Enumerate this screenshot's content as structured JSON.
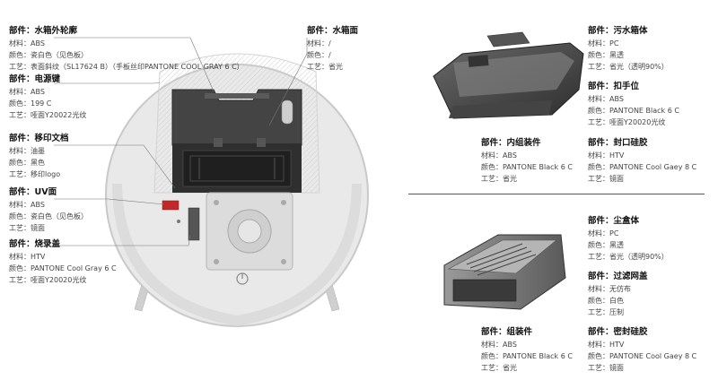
{
  "labels": {
    "outer_frame": {
      "title": "部件：水箱外轮廓",
      "material": "材料：ABS",
      "color": "颜色：瓷白色（见色板）",
      "process": "工艺：表面斜纹（SL17624 B）（手板丝印PANTONE COOL GRAY 6 C）"
    },
    "power_key": {
      "title": "部件：电源键",
      "material": "材料：ABS",
      "color": "颜色：199 C",
      "process": "工艺：哑面Y20022光纹"
    },
    "transfer_doc": {
      "title": "部件：移印文档",
      "material": "材料：油墨",
      "color": "颜色：黑色",
      "process": "工艺：移印logo"
    },
    "uv_face": {
      "title": "部件：UV面",
      "material": "材料：ABS",
      "color": "颜色：瓷白色（见色板）",
      "process": "工艺：镜面"
    },
    "burn_cover": {
      "title": "部件：烧录盖",
      "material": "材料：HTV",
      "color": "颜色：PANTONE Cool Gray 6 C",
      "process": "工艺：哑面Y20020光纹"
    },
    "tank_face": {
      "title": "部件：水箱面",
      "material": "材料：/",
      "color": "颜色：/",
      "process": "工艺：省光"
    },
    "waste_tank": {
      "title": "部件：污水箱体",
      "material": "材料：PC",
      "color": "颜色：黑透",
      "process": "工艺：省光（透明90%）"
    },
    "handle": {
      "title": "部件：扣手位",
      "material": "材料：ABS",
      "color": "颜色：PANTONE Black 6 C",
      "process": "工艺：哑面Y20020光纹"
    },
    "inner_assembly": {
      "title": "部件：内组装件",
      "material": "材料：ABS",
      "color": "颜色：PANTONE Black 6 C",
      "process": "工艺：省光"
    },
    "seal_silicone": {
      "title": "部件：封口硅胶",
      "material": "材料：HTV",
      "color": "颜色：PANTONE Cool Gaey 8 C",
      "process": "工艺：镜面"
    },
    "dust_box": {
      "title": "部件：尘盒体",
      "material": "材料：PC",
      "color": "颜色：黑透",
      "process": "工艺：省光（透明90%）"
    },
    "filter_cover": {
      "title": "部件：过滤网盖",
      "material": "材料：无仿布",
      "color": "颜色：白色",
      "process": "工艺：压制"
    },
    "assembly": {
      "title": "部件：组装件",
      "material": "材料：ABS",
      "color": "颜色：PANTONE Black 6 C",
      "process": "工艺：省光"
    },
    "seal_silicone2": {
      "title": "部件：密封硅胶",
      "material": "材料：HTV",
      "color": "颜色：PANTONE Cool Gaey 8 C",
      "process": "工艺：镜面"
    }
  },
  "colors": {
    "body_white": "#eeeeee",
    "dark_gray": "#3d3d3d",
    "red_button": "#c0282a",
    "leader": "#777777"
  }
}
